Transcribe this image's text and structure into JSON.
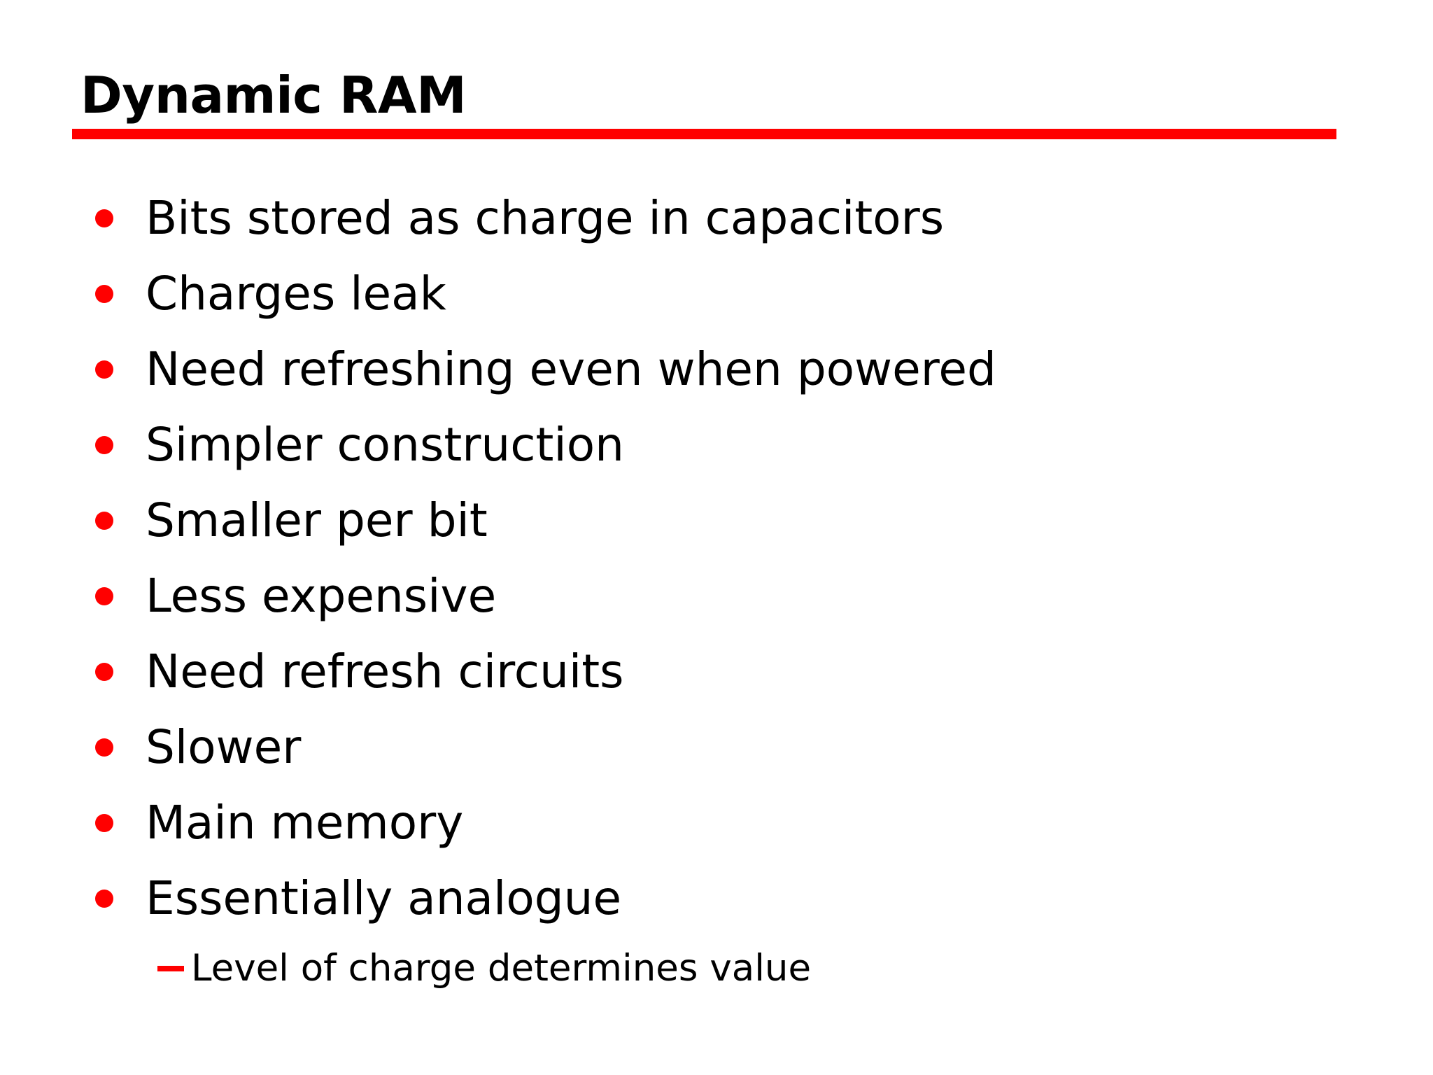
{
  "slide": {
    "title": "Dynamic RAM",
    "background_color": "#FFFFFF",
    "accent_color": "#FF0000",
    "text_color": "#000000",
    "rule": {
      "name": "title-underline-rule",
      "color": "#FF0000"
    },
    "bullets": [
      {
        "level": 1,
        "marker": "round-bullet",
        "marker_color": "#FF0000",
        "text": "Bits stored as charge in capacitors"
      },
      {
        "level": 1,
        "marker": "round-bullet",
        "marker_color": "#FF0000",
        "text": "Charges leak"
      },
      {
        "level": 1,
        "marker": "round-bullet",
        "marker_color": "#FF0000",
        "text": "Need refreshing even when powered"
      },
      {
        "level": 1,
        "marker": "round-bullet",
        "marker_color": "#FF0000",
        "text": "Simpler construction"
      },
      {
        "level": 1,
        "marker": "round-bullet",
        "marker_color": "#FF0000",
        "text": "Smaller per bit"
      },
      {
        "level": 1,
        "marker": "round-bullet",
        "marker_color": "#FF0000",
        "text": "Less expensive"
      },
      {
        "level": 1,
        "marker": "round-bullet",
        "marker_color": "#FF0000",
        "text": "Need refresh circuits"
      },
      {
        "level": 1,
        "marker": "round-bullet",
        "marker_color": "#FF0000",
        "text": "Slower"
      },
      {
        "level": 1,
        "marker": "round-bullet",
        "marker_color": "#FF0000",
        "text": "Main memory"
      },
      {
        "level": 1,
        "marker": "round-bullet",
        "marker_color": "#FF0000",
        "text": "Essentially analogue"
      },
      {
        "level": 2,
        "marker": "em-dash",
        "marker_color": "#FF0000",
        "text": "Level of charge determines value"
      }
    ]
  }
}
